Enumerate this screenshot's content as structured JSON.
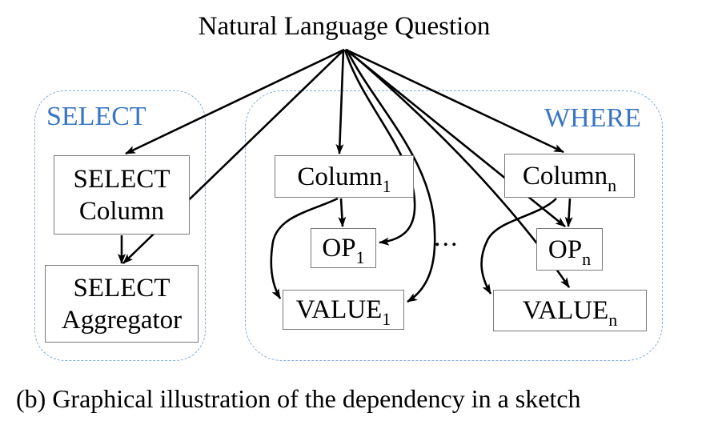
{
  "diagram": {
    "title": "Natural Language Question",
    "caption": "(b) Graphical illustration of the dependency in a sketch",
    "ellipsis": "...",
    "groups": {
      "select": {
        "label": "SELECT"
      },
      "where": {
        "label": "WHERE"
      }
    },
    "nodes": {
      "select_column": {
        "line1": "SELECT",
        "line2": "Column"
      },
      "select_aggregator": {
        "line1": "SELECT",
        "line2": "Aggregator"
      },
      "column_1": {
        "base": "Column",
        "sub": "1"
      },
      "op_1": {
        "base": "OP",
        "sub": "1"
      },
      "value_1": {
        "base": "VALUE",
        "sub": "1"
      },
      "column_n": {
        "base": "Column",
        "sub": "n"
      },
      "op_n": {
        "base": "OP",
        "sub": "n"
      },
      "value_n": {
        "base": "VALUE",
        "sub": "n"
      }
    },
    "colors": {
      "label_blue": "#3b76c4",
      "dashed_border": "#84aadc",
      "box_border": "#7a7a7a",
      "arrow": "#000000"
    }
  }
}
